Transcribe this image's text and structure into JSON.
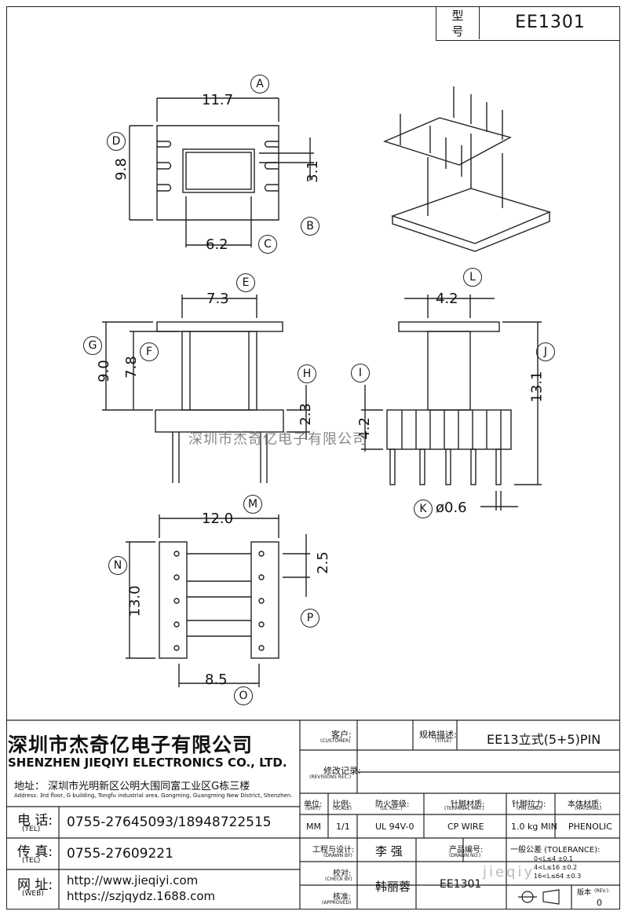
{
  "header": {
    "model_label": "型\n号",
    "model_value": "EE1301"
  },
  "dimensions": {
    "a_width": "11.7",
    "b_slot": "3.1",
    "c_window": "6.2",
    "d_height": "9.8",
    "e_width": "7.3",
    "f_height": "7.8",
    "g_height": "9.0",
    "h_flange": "2.3",
    "i_pin_base": "4.2",
    "j_total": "13.1",
    "k_pin_dia": "ø0.6",
    "l_width": "4.2",
    "m_width": "12.0",
    "n_height": "13.0",
    "o_width": "8.5",
    "p_pitch": "2.5"
  },
  "circle_labels": [
    "A",
    "B",
    "C",
    "D",
    "E",
    "F",
    "G",
    "H",
    "I",
    "J",
    "K",
    "L",
    "M",
    "N",
    "O",
    "P"
  ],
  "watermark": "深圳市杰奇亿电子有限公司",
  "watermark_bottom": "jieqiy",
  "company": {
    "name_cn": "深圳市杰奇亿电子有限公司",
    "name_en": "SHENZHEN JIEQIYI ELECTRONICS CO., LTD.",
    "address_cn": "地址：  深圳市光明新区公明大围同富工业区G栋三楼",
    "address_en": "Address: 3rd floor, G building, Tongfu industrial area, Gongming, Guangming New District, Shenzhen.",
    "tel_label": "电 话:",
    "tel_sub": "(TEL)",
    "tel_value": "0755-27645093/18948722515",
    "fax_label": "传 真:",
    "fax_sub": "(TEL)",
    "fax_value": "0755-27609221",
    "web_label": "网 址:",
    "web_sub": "(WEB)",
    "web_value_1": "http://www.jieqiyi.com",
    "web_value_2": "https://szjqydz.1688.com"
  },
  "titleblock": {
    "customer": "客户:",
    "customer_sub": "(CUSTOMER)",
    "title": "规格描述:",
    "title_sub": "(TITLE)",
    "title_value": "EE13立式(5+5)PIN",
    "revisions": "修改记录:",
    "revisions_sub": "(REVISIONS REC.)",
    "unit": "单位:",
    "unit_sub": "(UNIT)",
    "unit_value": "MM",
    "scale": "比例:",
    "scale_sub": "(SCALE)",
    "scale_value": "1/1",
    "ul": "防火等级:",
    "ul_sub": "(UL REC.)",
    "ul_value": "UL 94V-0",
    "terminal": "针脚材质:",
    "terminal_sub": "(TERMINAL MAT.)",
    "terminal_value": "CP WIRE",
    "pinload": "针脚拉力:",
    "pinload_sub": "(PIN LOAD)",
    "pinload_value": "1.0 kg MIN",
    "material": "本体材质:",
    "material_sub": "(MATERIAL)",
    "material_value": "PHENOLIC",
    "drawn": "工程与设计:",
    "drawn_sub": "(DRAWN BY)",
    "drawn_value": "李 强",
    "check": "校对:",
    "check_sub": "(CHECK BY)",
    "approved": "核准:",
    "approved_sub": "(APPROVED)",
    "approved_value": "韩丽蓉",
    "drawn_no": "产品编号:",
    "drawn_no_sub": "(DRAWN NO.)",
    "drawn_no_value": "EE1301",
    "tolerance": "一般公差 (TOLERANCE):",
    "tol_rows": [
      "0<L≤4   ±0.1",
      "4<L≤16   ±0.2",
      "16<L≤64   ±0.3"
    ],
    "rev": "版本",
    "rev_sub": "(REV.):",
    "rev_value": "0"
  }
}
